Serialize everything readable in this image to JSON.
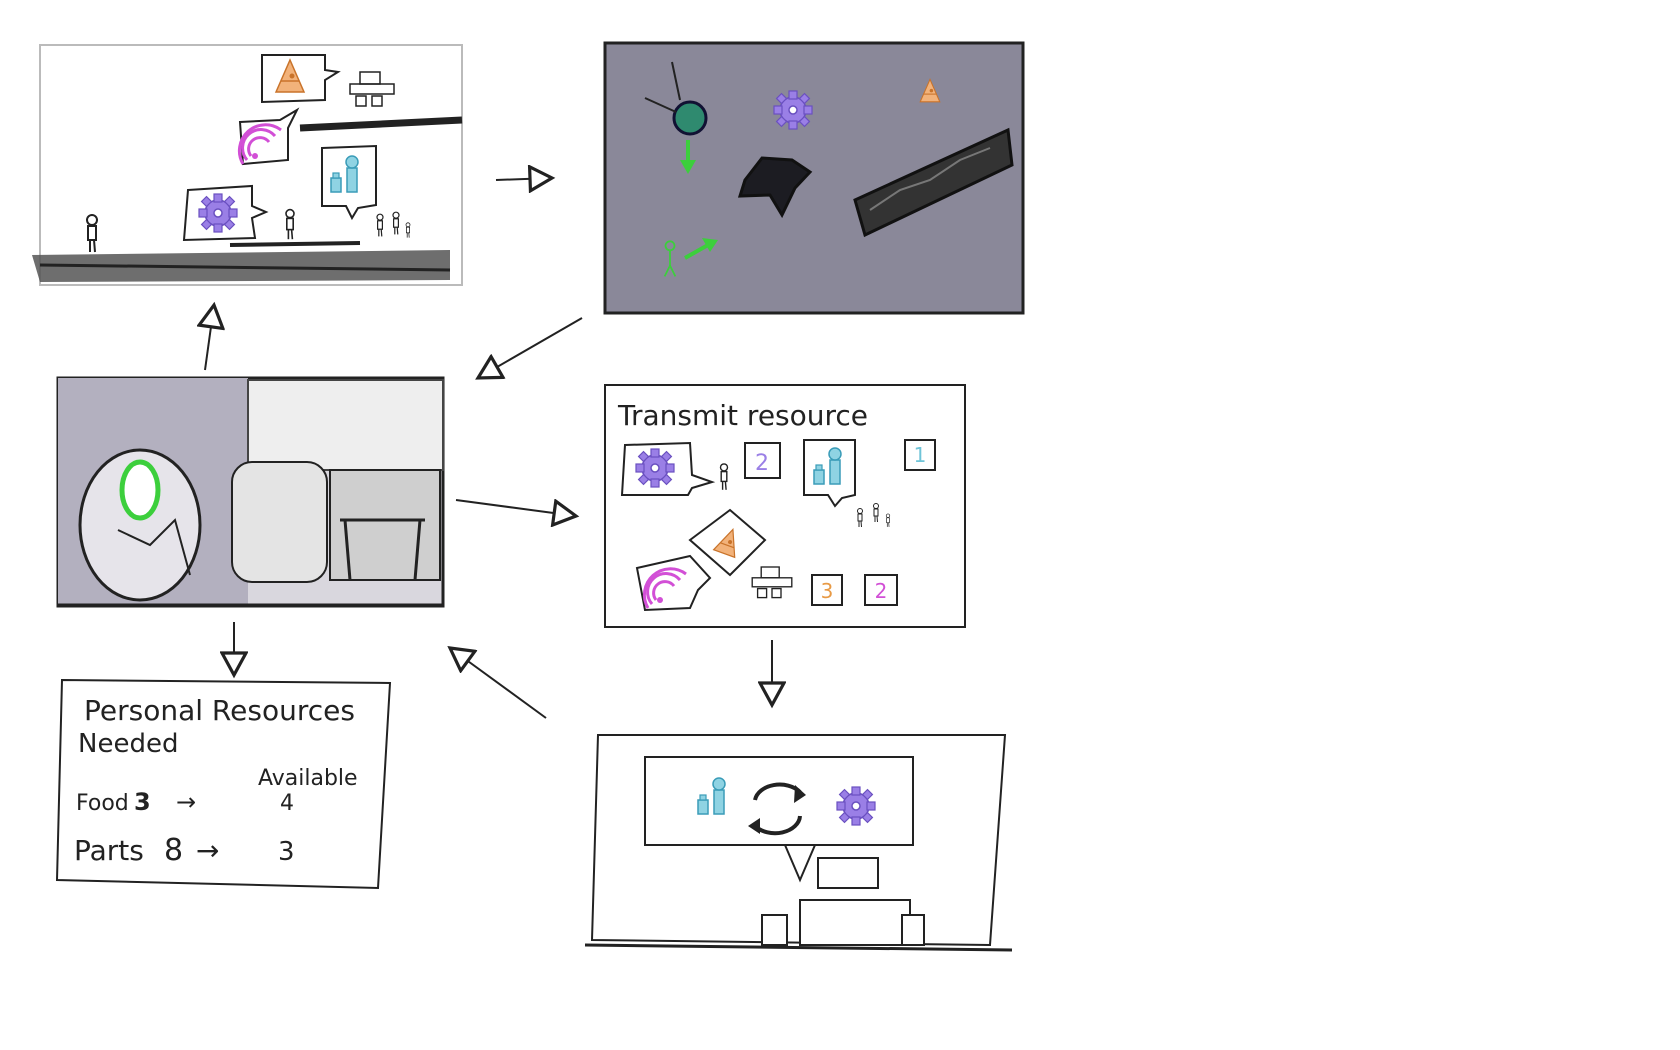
{
  "panels": {
    "transmit": {
      "title": "Transmit resource",
      "counts": {
        "parts_to_person": "2",
        "food_to_group": "1",
        "ammo_to_group": "3",
        "signal_to_group": "2"
      }
    },
    "personal": {
      "title_line1": "Personal Resources",
      "title_line2": "Needed",
      "available_label": "Available",
      "rows": [
        {
          "name": "Food",
          "needed": "3",
          "arrow": "→",
          "available": "4"
        },
        {
          "name": "Parts",
          "needed": "8",
          "arrow": "→",
          "available": "3"
        }
      ]
    }
  },
  "colors": {
    "ink": "#222222",
    "space_bg": "#8a8899",
    "green": "#3ccf3c",
    "purple": "#9a7fe6",
    "orange": "#e89a45",
    "pink": "#d24fd6",
    "cyan": "#6fc4d8"
  },
  "icons": {
    "parts": "gear-icon",
    "food": "bottle-icon",
    "ammo": "cone-icon",
    "signal": "wifi-icon"
  }
}
